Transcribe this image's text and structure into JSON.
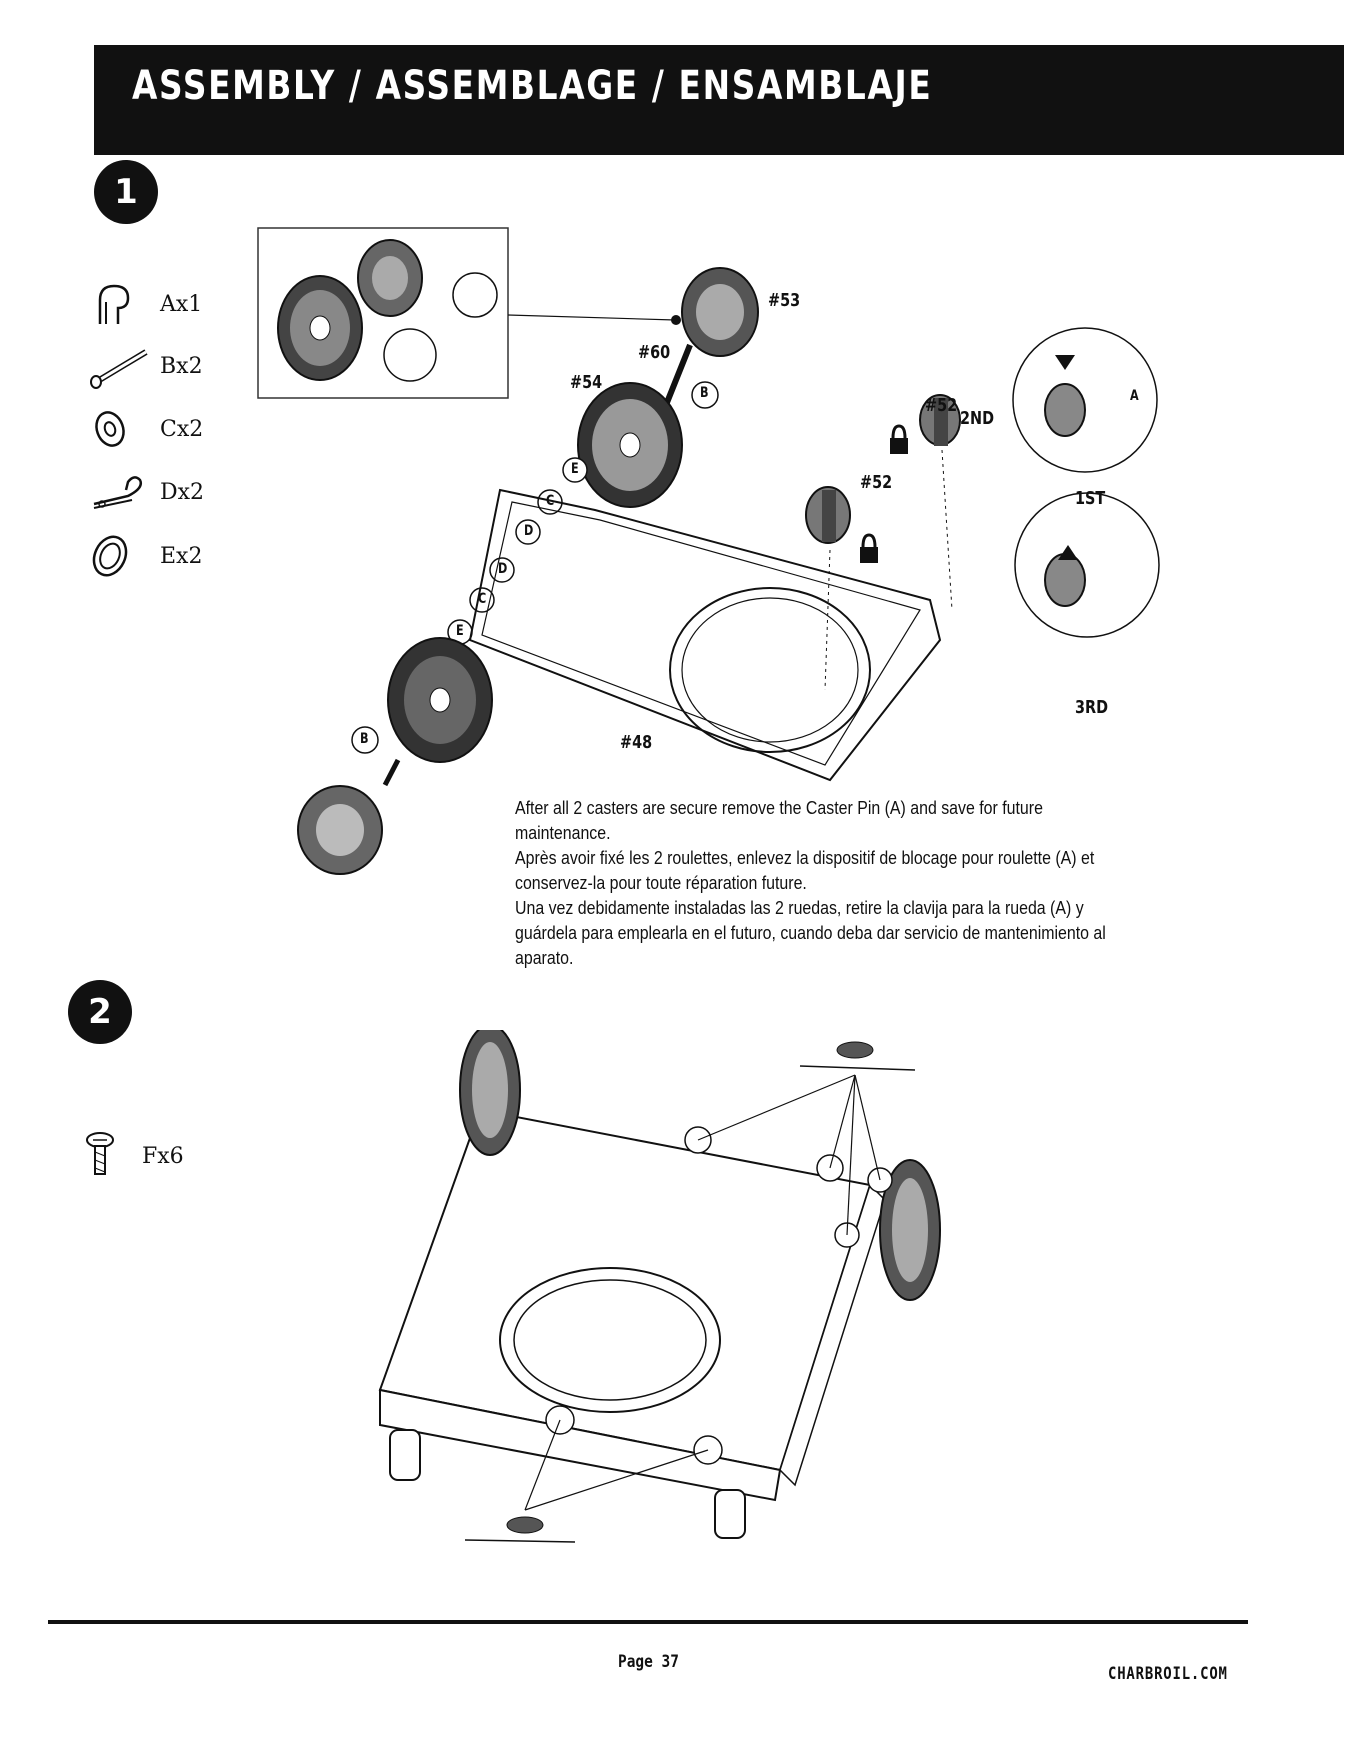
{
  "header": {
    "title": "ASSEMBLY / ASSEMBLAGE / ENSAMBLAJE"
  },
  "steps": [
    {
      "number": "1",
      "parts": [
        {
          "icon": "hitch-pin-icon",
          "label": "Ax1"
        },
        {
          "icon": "axle-rod-icon",
          "label": "Bx2"
        },
        {
          "icon": "washer-icon",
          "label": "Cx2"
        },
        {
          "icon": "cotter-pin-icon",
          "label": "Dx2"
        },
        {
          "icon": "spacer-ring-icon",
          "label": "Ex2"
        }
      ],
      "callouts": {
        "p53": "#53",
        "p60": "#60",
        "p54": "#54",
        "p52a": "#52",
        "p52b": "#52",
        "p48": "#48",
        "second": "2ND",
        "first": "1ST",
        "third": "3RD",
        "letter_a": "A",
        "letter_b": "B",
        "letter_c": "C",
        "letter_d": "D",
        "letter_e": "E"
      },
      "instructions": [
        "After all 2 casters are secure remove the Caster Pin (A) and save for future maintenance.",
        "Après avoir fixé les 2 roulettes, enlevez la dispositif de blocage pour roulette (A) et conservez-la pour toute réparation future.",
        "Una vez debidamente instaladas las 2 ruedas, retire la clavija para la rueda (A) y guárdela para emplearla en el futuro, cuando deba dar servicio de mantenimiento al aparato."
      ]
    },
    {
      "number": "2",
      "parts": [
        {
          "icon": "screw-icon",
          "label": "Fx6"
        }
      ]
    }
  ],
  "footer": {
    "page": "Page 37",
    "site": "CHARBROIL.COM"
  },
  "colors": {
    "ink": "#111111",
    "paper": "#ffffff"
  }
}
